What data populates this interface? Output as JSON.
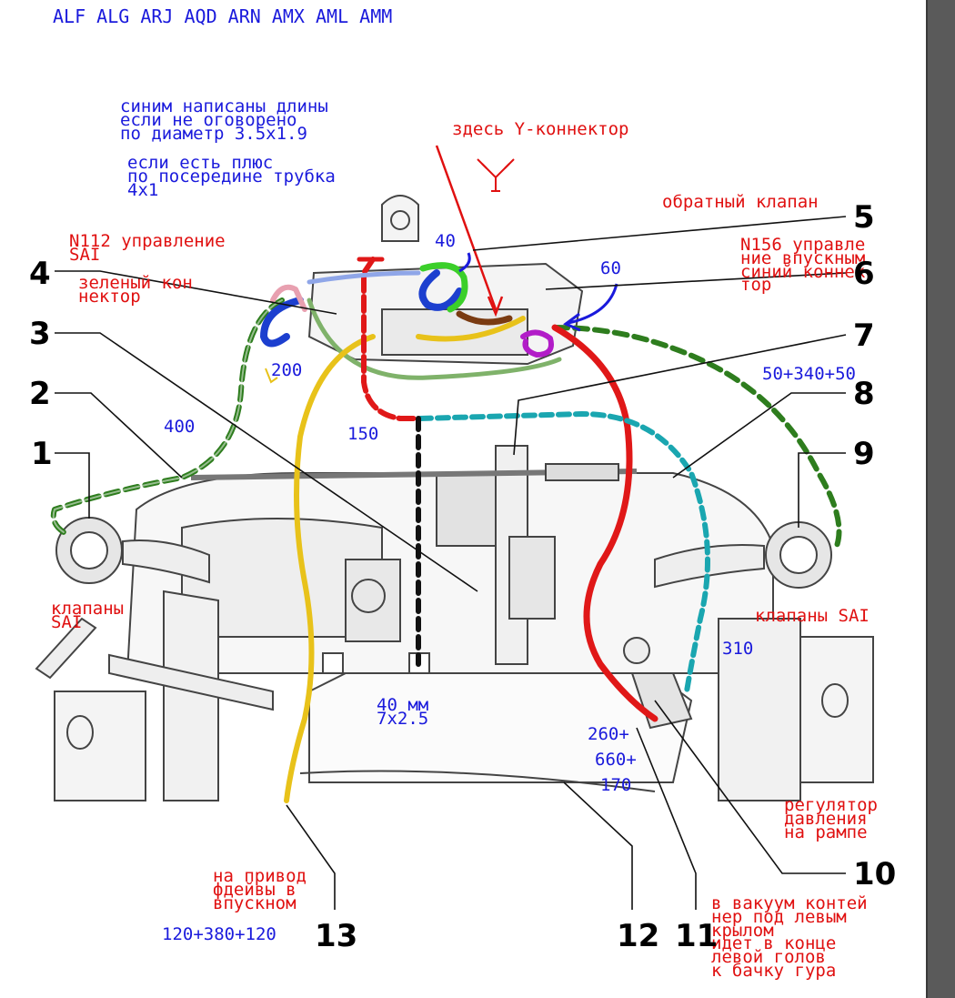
{
  "engine_codes": "ALF ALG ARJ AQD ARN AMX AML AMM",
  "notes_blue": {
    "line1": "синим написаны длины",
    "line2": "если не оговорено",
    "line3": "по диаметр 3.5x1.9",
    "line4": "если есть плюс",
    "line5": "по посередине трубка",
    "line6": "4x1"
  },
  "y_connector_note": "здесь Y-коннектор",
  "check_valve_note": "обратный клапан",
  "n112": {
    "line1": "N112 управление",
    "line2": "SAI"
  },
  "n156": {
    "line1": "N156 управле",
    "line2": "ние впускным",
    "line3": "синий коннек",
    "line4": "тор"
  },
  "green_connector": {
    "line1": "зеленый кон",
    "line2": "нектор"
  },
  "sai_valves_left": {
    "line1": "клапаны",
    "line2": "SAI"
  },
  "sai_valves_right": "клапаны SAI",
  "regulator": {
    "line1": "регулятор",
    "line2": "давления",
    "line3": "на рампе"
  },
  "drive_note": {
    "line1": "на привод",
    "line2": "фдейвы в",
    "line3": "впускном"
  },
  "vacuum_note": {
    "line1": "в вакуум контей",
    "line2": "нер под левым",
    "line3": "крылом",
    "line4": "идет в конце",
    "line5": "левой голов",
    "line6": "к бачку гура"
  },
  "lengths": {
    "l40_top": "40",
    "l60": "60",
    "l200": "200",
    "l400": "400",
    "l150": "150",
    "l50_340_50": "50+340+50",
    "l310": "310",
    "l40mm": "40 мм",
    "l7x25": "7x2.5",
    "l260": "260+",
    "l660": "660+",
    "l170": "170",
    "l120_380_120": "120+380+120"
  },
  "callouts": [
    "1",
    "2",
    "3",
    "4",
    "5",
    "6",
    "7",
    "8",
    "9",
    "10",
    "11",
    "12",
    "13"
  ],
  "colors": {
    "blue_text": "#1a1adc",
    "red_text": "#e01010",
    "hose_green": "#2e7d1e",
    "hose_yellow": "#e8c21a",
    "hose_red": "#e01818",
    "hose_cyan": "#1aa6b0",
    "hose_black": "#111111",
    "hose_blue": "#1c3fcf",
    "hose_brown": "#7a3b12",
    "hose_purple": "#b21cc8",
    "hose_pink": "#e8a0b0",
    "hose_lightblue": "#8fa6e8",
    "hose_lime": "#3bcf2a"
  }
}
